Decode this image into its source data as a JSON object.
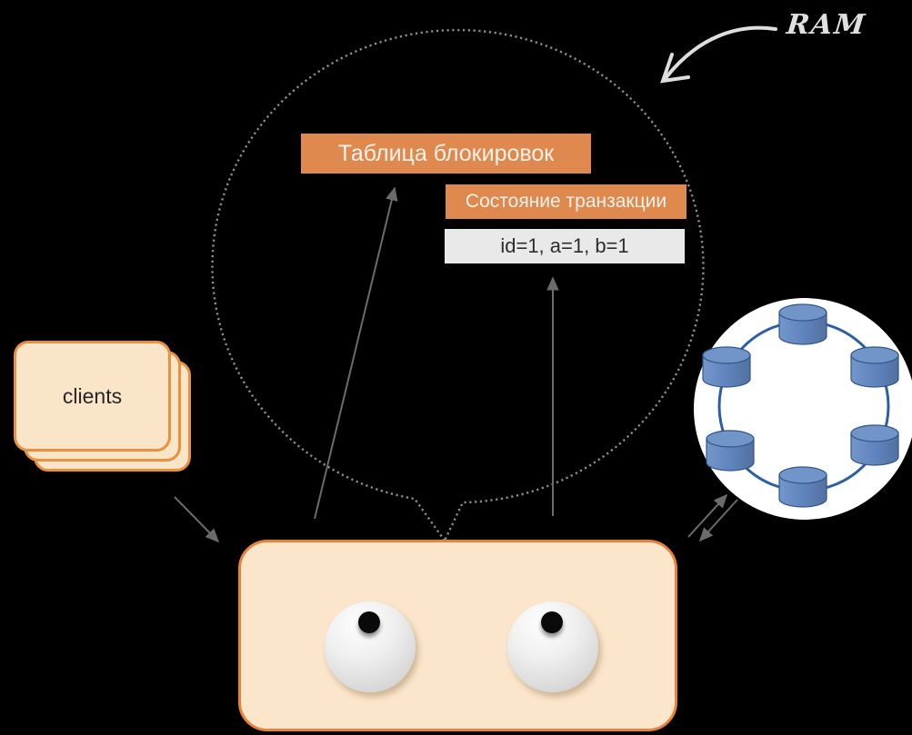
{
  "diagram": {
    "ram_annotation": "RAM",
    "memory_bubble": {
      "lock_table_label": "Таблица блокировок",
      "transaction_state_label": "Состояние транзакции",
      "transaction_values": "id=1, a=1, b=1"
    },
    "clients_stack": {
      "label": "clients",
      "card_count": 3
    },
    "db_cluster": {
      "node_count": 6
    },
    "colors": {
      "background": "#000000",
      "accent_orange": "#E0894E",
      "cream_fill": "#FBE5C9",
      "orange_border": "#E8823A",
      "values_box_bg": "#E9E9E9",
      "db_node_blue": "#5E82BC",
      "ring_blue": "#2E5FA3",
      "arrow_gray": "#6B6B6B",
      "bubble_dot_gray": "#8E8E8E",
      "annotation_white": "#DEDEDE"
    }
  }
}
